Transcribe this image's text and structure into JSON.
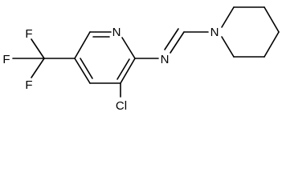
{
  "molecule": {
    "atoms": {
      "pyridine_n": "N",
      "imine_n": "N",
      "piperidine_n": "N",
      "chlorine": "Cl",
      "fluorine_top": "F",
      "fluorine_left": "F",
      "fluorine_bottom": "F"
    }
  }
}
